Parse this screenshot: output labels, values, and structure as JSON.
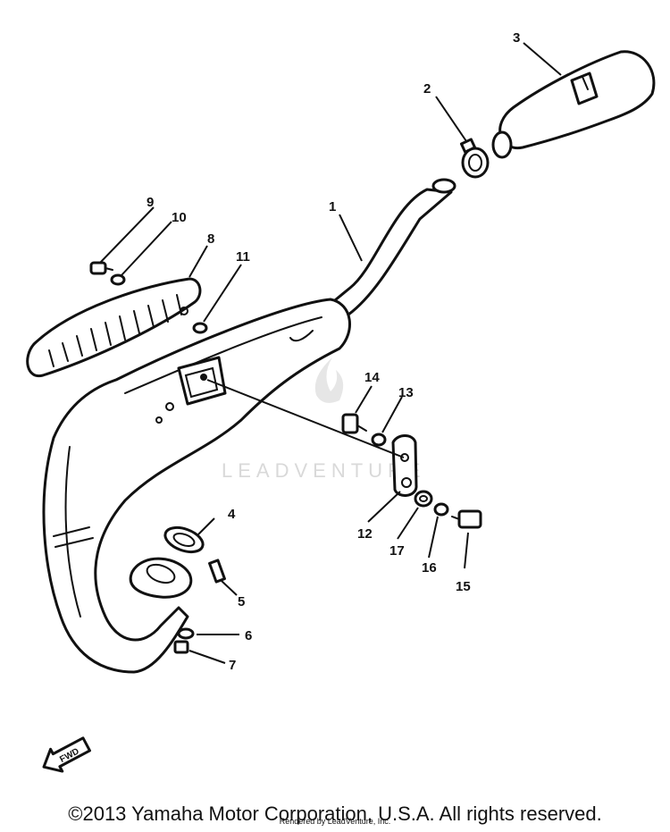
{
  "watermark": {
    "text": "LEADVENTURE"
  },
  "callouts": [
    "1",
    "2",
    "3",
    "4",
    "5",
    "6",
    "7",
    "8",
    "9",
    "10",
    "11",
    "12",
    "13",
    "14",
    "15",
    "16",
    "17"
  ],
  "direction_badge": "FWD",
  "footer": {
    "copyright": "©2013 Yamaha Motor Corporation, U.S.A. All rights reserved.",
    "rendered_by": "Rendered by LeadVenture, Inc."
  }
}
